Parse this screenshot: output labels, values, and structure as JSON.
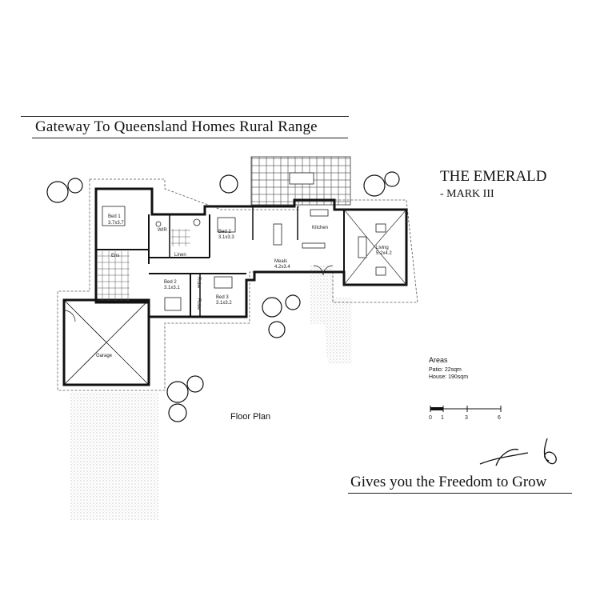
{
  "header": {
    "title": "Gateway To Queensland Homes Rural Range",
    "model_name": "THE EMERALD",
    "model_variant": "- MARK  III"
  },
  "plan": {
    "label": "Floor Plan",
    "rooms": {
      "bed1_name": "Bed 1",
      "bed1_size": "3.7x3.7",
      "wir": "WIR",
      "ens": "Ens",
      "linen": "Linen",
      "bed2_name": "Bed 2",
      "bed2_size": "3.1x3.3",
      "kitchen": "Kitchen",
      "meals_name": "Meals",
      "meals_size": "4.2x3.4",
      "living_name": "Living",
      "living_size": "5.2x4.2",
      "bed2b_name": "Bed 2",
      "bed2b_size": "3.1x3.1",
      "robe1": "Robe",
      "robe2": "Robe",
      "bed3_name": "Bed 3",
      "bed3_size": "3.1x3.2",
      "garage": "Garage"
    }
  },
  "areas": {
    "title": "Areas",
    "patio": "Patio: 22sqm",
    "house": "House: 190sqm"
  },
  "scale": {
    "ticks": [
      "0",
      "1",
      "3",
      "6"
    ]
  },
  "footer": {
    "tagline": "Gives you the Freedom to Grow"
  }
}
